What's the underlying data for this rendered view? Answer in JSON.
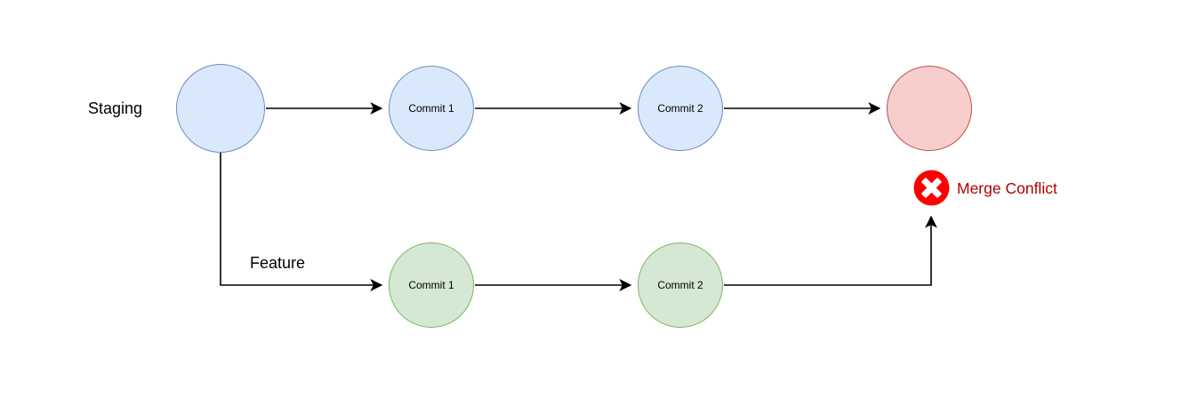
{
  "diagram": {
    "background_color": "#ffffff",
    "edge_color": "#000000",
    "branches": {
      "staging": {
        "label": "Staging",
        "node_fill": "#dae8fc",
        "node_stroke": "#6c8ebf",
        "base_node_label": "",
        "commits": [
          "Commit 1",
          "Commit 2"
        ]
      },
      "feature": {
        "label": "Feature",
        "node_fill": "#d5e8d4",
        "node_stroke": "#82b366",
        "commits": [
          "Commit 1",
          "Commit 2"
        ]
      }
    },
    "merge_node": {
      "label": "",
      "fill": "#f8cecc",
      "stroke": "#b85450"
    },
    "conflict": {
      "label": "Merge Conflict",
      "label_color": "#b20000",
      "icon": "error-cross-icon",
      "icon_fill": "#ff0000",
      "icon_glyph_color": "#ffffff"
    }
  }
}
